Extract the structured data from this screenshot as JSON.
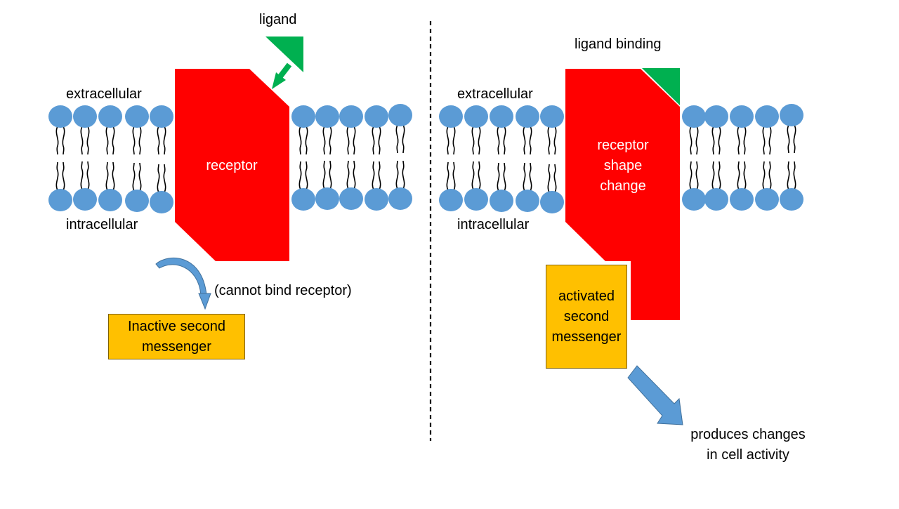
{
  "left_panel": {
    "ligand_label": "ligand",
    "extracellular_label": "extracellular",
    "intracellular_label": "intracellular",
    "receptor_label": "receptor",
    "cannot_bind_label": "(cannot bind receptor)",
    "messenger_label": "Inactive second\nmessenger"
  },
  "right_panel": {
    "ligand_binding_label": "ligand binding",
    "extracellular_label": "extracellular",
    "intracellular_label": "intracellular",
    "receptor_label": "receptor\nshape\nchange",
    "messenger_label": "activated\nsecond\nmessenger",
    "outcome_label": "produces changes\nin cell activity"
  },
  "colors": {
    "receptor": "#FF0000",
    "ligand": "#00B050",
    "phospholipid_head": "#5B9BD5",
    "messenger_box": "#FFC000",
    "arrow_blue": "#5B9BD5"
  }
}
